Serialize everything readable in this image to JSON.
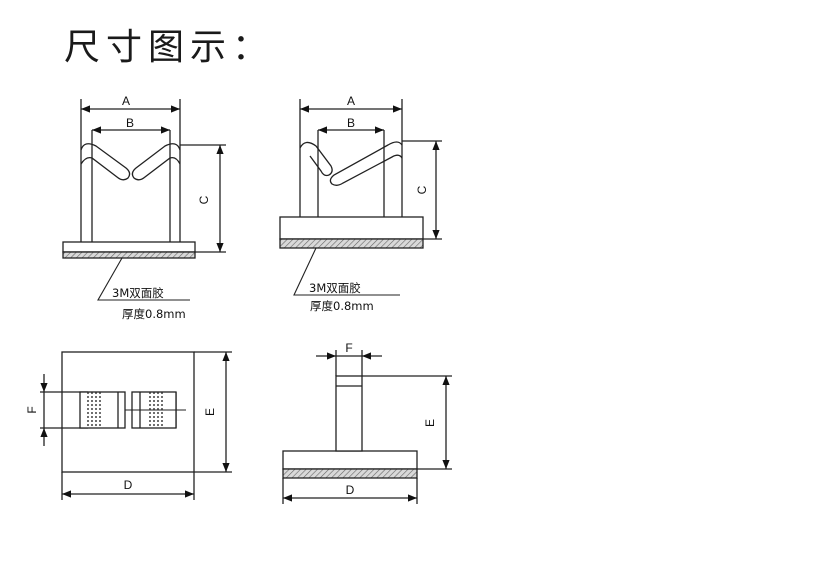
{
  "title": "尺寸图示：",
  "labels": {
    "A": "A",
    "B": "B",
    "C": "C",
    "D": "D",
    "E": "E",
    "F": "F"
  },
  "notes": {
    "tape": "3M双面胶",
    "thickness": "厚度0.8mm"
  }
}
